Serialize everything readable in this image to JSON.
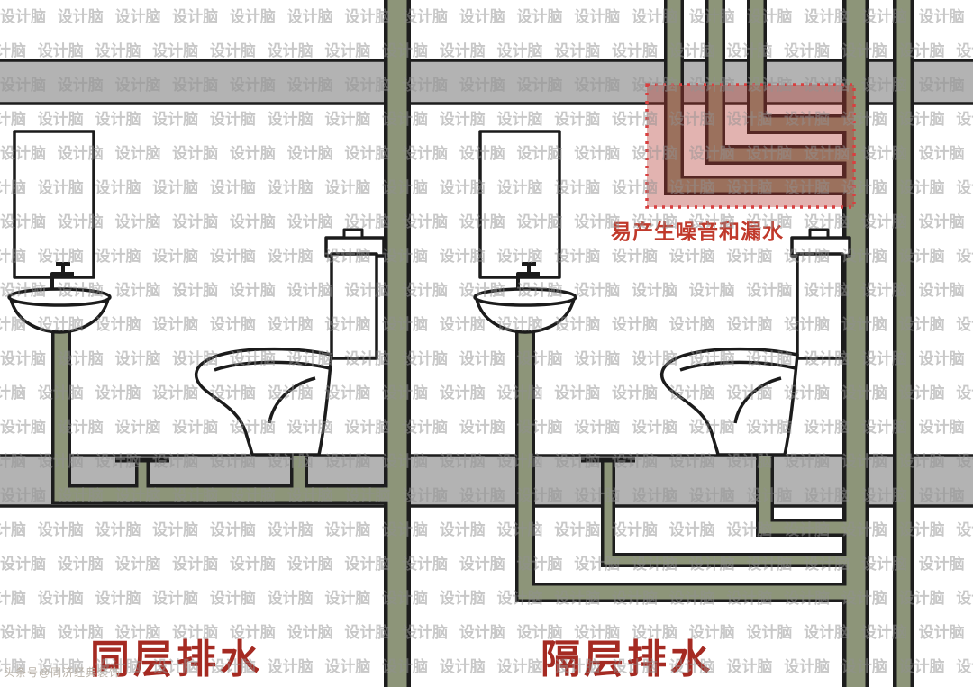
{
  "watermark": {
    "text": "设计脑",
    "rows": 21,
    "cols": 18
  },
  "scenes": {
    "left": {
      "label": "同层排水"
    },
    "right": {
      "label": "隔层排水"
    }
  },
  "annotation": {
    "noise_warning": "易产生噪音和漏水"
  },
  "corner_credit": "头条号@同济经典装饰",
  "colors": {
    "pipe_green": "#8d9579",
    "pipe_outline": "#1d1d1d",
    "slab_gray": "#b3b3b3",
    "watermark_gray": "#919191",
    "label_red": "#a52a22",
    "annotation_red": "#c0392b",
    "highlight_stroke": "#d84040",
    "highlight_fill": "rgba(178,56,48,0.38)"
  }
}
